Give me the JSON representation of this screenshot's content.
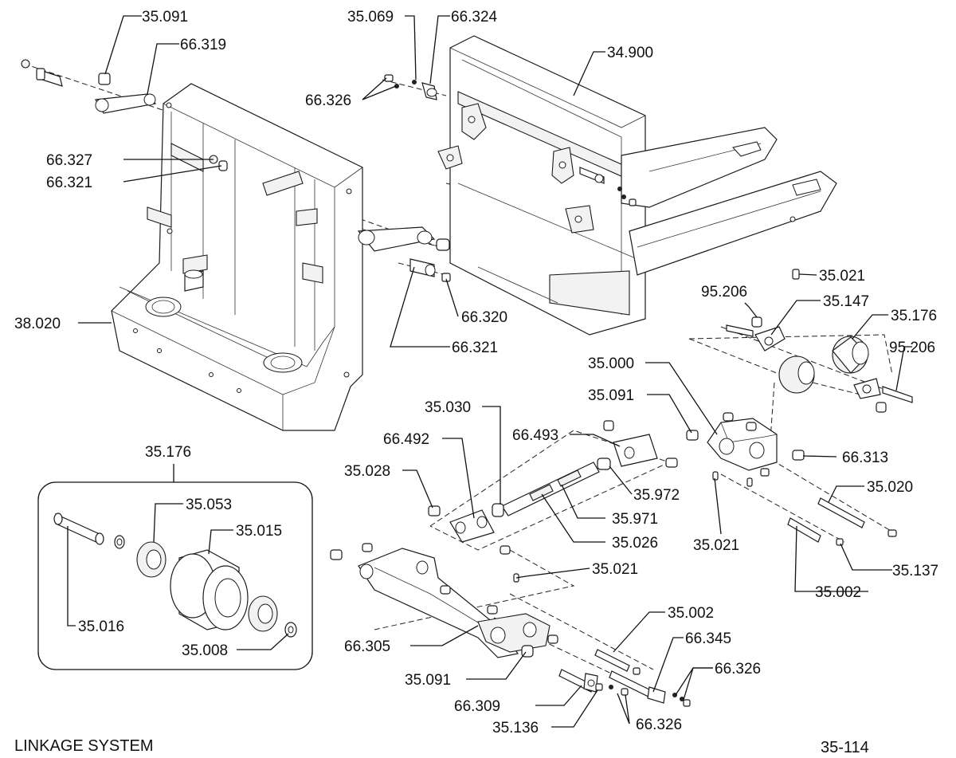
{
  "diagram": {
    "caption": "LINKAGE SYSTEM",
    "page_number": "35-114",
    "inset": {
      "title": "35.176"
    },
    "labels": [
      "35.091",
      "66.319",
      "35.069",
      "66.324",
      "34.900",
      "66.326",
      "66.327",
      "66.321",
      "38.020",
      "66.320",
      "66.321",
      "35.021",
      "95.206",
      "35.147",
      "35.176",
      "95.206",
      "35.000",
      "35.091",
      "35.030",
      "66.493",
      "66.492",
      "35.028",
      "66.313",
      "35.972",
      "35.971",
      "35.026",
      "35.021",
      "35.020",
      "35.021",
      "35.137",
      "35.002",
      "35.002",
      "66.345",
      "66.305",
      "66.326",
      "35.091",
      "66.309",
      "35.136",
      "66.326",
      "35.053",
      "35.015",
      "35.016",
      "35.008"
    ]
  }
}
